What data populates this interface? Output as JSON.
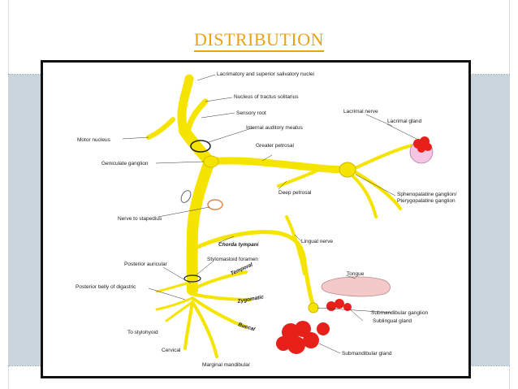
{
  "slide": {
    "title": "DISTRIBUTION"
  },
  "diagram": {
    "labels": {
      "lacrimatory_nuclei": "Lacrimatory and superior salivatory nuclei",
      "nucleus_tractus": "Nucleus of tractus solitarius",
      "sensory_root": "Sensory root",
      "internal_auditory": "Internal auditory meatus",
      "motor_nucleus": "Motor nucleus",
      "geniculate": "Geniculate ganglion",
      "greater_petrosal": "Greater petrosal",
      "lacrimal_nerve": "Lacrimal nerve",
      "lacrimal_gland": "Lacrimal gland",
      "deep_petrosal": "Deep petrosal",
      "spheno_1": "Sphenopalatine ganglion/",
      "spheno_2": "Pterygopalatine ganglion",
      "nerve_stapedius": "Nerve to stapedius",
      "chorda_tympani": "Chorda tympani",
      "lingual_nerve": "Lingual nerve",
      "posterior_auricular": "Posterior auricular",
      "stylomastoid": "Stylomastoid foramen",
      "tongue": "Tongue",
      "posterior_belly": "Posterior belly of digastric",
      "temporal": "Temporal",
      "zygomatic": "Zygomatic",
      "buccal": "Buccal",
      "to_stylohyoid": "To stylohyoid",
      "submandibular_ganglion": "Submandibular ganglion",
      "sublingual_gland": "Sublingual gland",
      "submandibular_gland": "Submandibular gland",
      "cervical": "Cervical",
      "marginal_mandibular": "Marginal mandibular"
    },
    "colors": {
      "nerve": "#f5e400",
      "nerve_edge": "#c9b600",
      "gland_red": "#e8201a",
      "gland_pink": "#f4c6e4",
      "tongue": "#f3c9c9"
    }
  }
}
